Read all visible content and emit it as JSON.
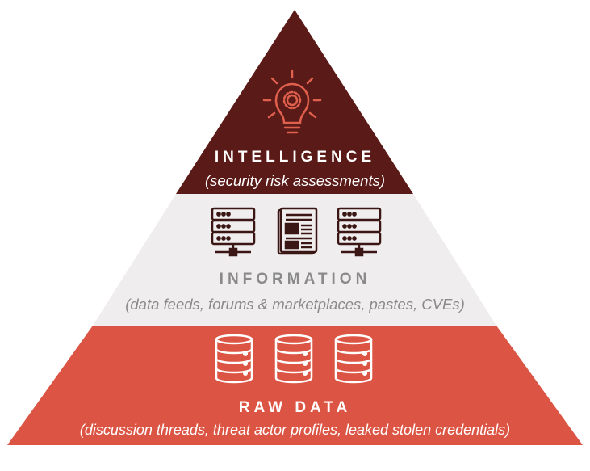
{
  "colors": {
    "intelligence": "#5a1a17",
    "information": "#efeded",
    "raw_data": "#dc5544",
    "icon_dark": "#3a1714",
    "icon_accent": "#e0604e",
    "text_gray": "#8a8a8a"
  },
  "tiers": {
    "intelligence": {
      "title": "INTELLIGENCE",
      "subtitle": "(security risk assessments)",
      "icon": "lightbulb-gear-icon"
    },
    "information": {
      "title": "INFORMATION",
      "subtitle": "(data feeds, forums & marketplaces, pastes, CVEs)",
      "icons": [
        "server-network-icon",
        "newspaper-icon",
        "server-network-icon"
      ]
    },
    "raw_data": {
      "title": "RAW DATA",
      "subtitle": "(discussion threads, threat actor profiles, leaked stolen credentials)",
      "icons": [
        "database-icon",
        "database-icon",
        "database-icon"
      ]
    }
  }
}
